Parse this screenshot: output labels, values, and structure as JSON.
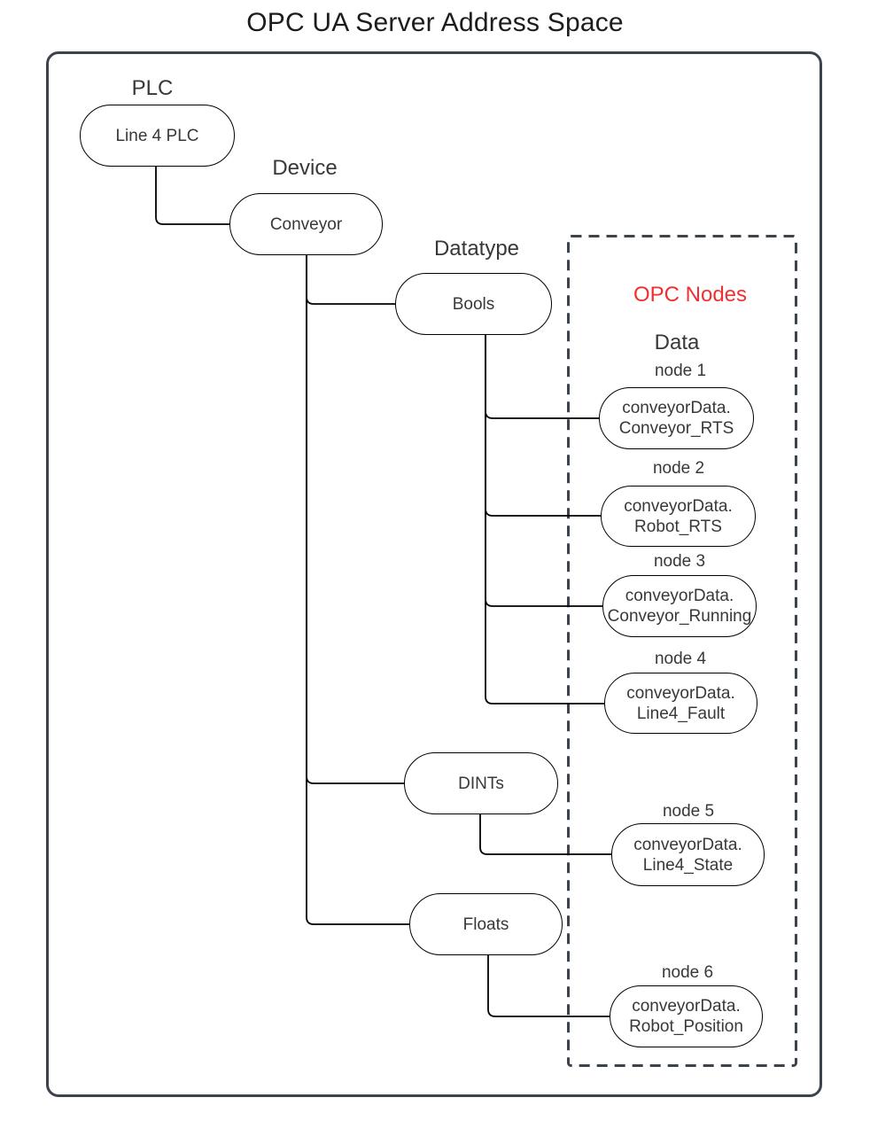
{
  "title": "OPC UA Server Address Space",
  "diagram": {
    "labels": {
      "plc": "PLC",
      "device": "Device",
      "datatype": "Datatype",
      "opc_nodes": "OPC Nodes",
      "data": "Data"
    },
    "plc": {
      "label": "Line 4 PLC"
    },
    "device": {
      "label": "Conveyor"
    },
    "datatypes": [
      {
        "label": "Bools"
      },
      {
        "label": "DINTs"
      },
      {
        "label": "Floats"
      }
    ],
    "opc_nodes": [
      {
        "name": "node 1",
        "line1": "conveyorData.",
        "line2": "Conveyor_RTS"
      },
      {
        "name": "node 2",
        "line1": "conveyorData.",
        "line2": "Robot_RTS"
      },
      {
        "name": "node 3",
        "line1": "conveyorData.",
        "line2": "Conveyor_Running"
      },
      {
        "name": "node 4",
        "line1": "conveyorData.",
        "line2": "Line4_Fault"
      },
      {
        "name": "node 5",
        "line1": "conveyorData.",
        "line2": "Line4_State"
      },
      {
        "name": "node 6",
        "line1": "conveyorData.",
        "line2": "Robot_Position"
      }
    ],
    "colors": {
      "frame": "#3d434d",
      "accent_red": "#f03030",
      "line": "#000000",
      "text_dark": "#1c1c1c",
      "text_gray": "#383838"
    }
  }
}
